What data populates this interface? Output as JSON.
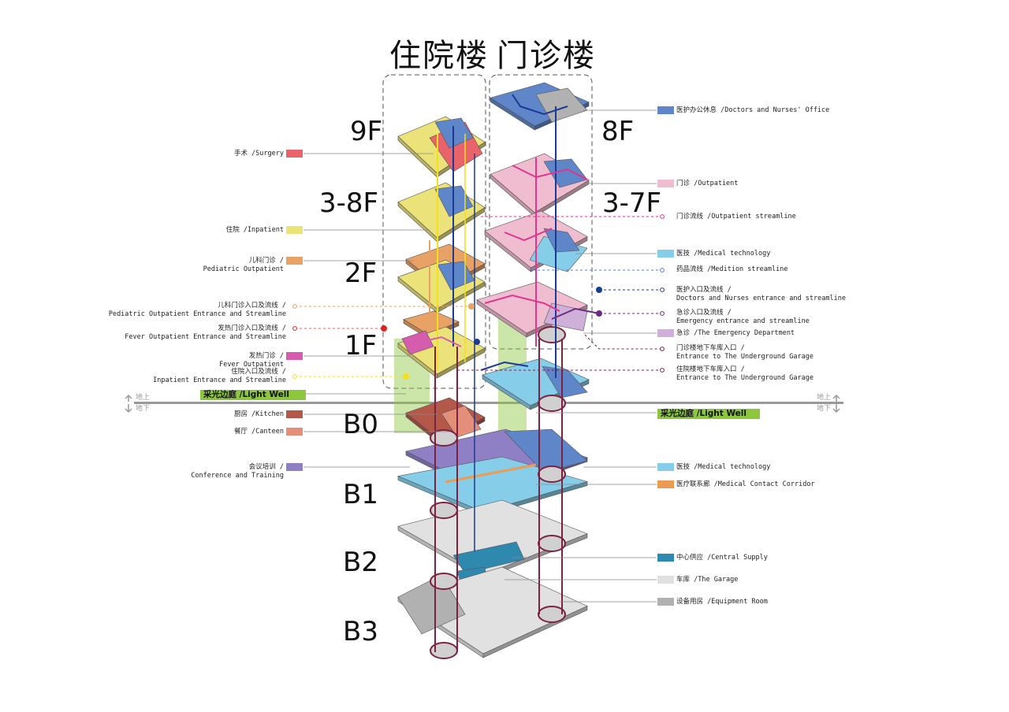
{
  "titles": {
    "inpatient_building": "住院楼",
    "outpatient_building": "门诊楼"
  },
  "floors": {
    "f9": "9F",
    "f3_8": "3-8F",
    "f2": "2F",
    "f1": "1F",
    "b0": "B0",
    "b1": "B1",
    "b2": "B2",
    "b3": "B3",
    "f8": "8F",
    "f3_7": "3-7F"
  },
  "ground": {
    "above": "地上",
    "below": "地下"
  },
  "legend_left": {
    "surgery": "手术 /Surgery",
    "inpatient": "住院 /Inpatient",
    "pediatric_1": "儿科门诊 /",
    "pediatric_2": "Pediatric Outpatient",
    "ped_entrance_1": "儿科门诊入口及流线 /",
    "ped_entrance_2": "Pediatric Outpatient Entrance and Streamline",
    "fever_entrance_1": "发热门诊入口及流线 /",
    "fever_entrance_2": "Fever Outpatient Entrance and Streamline",
    "fever_1": "发热门诊 /",
    "fever_2": "Fever Outpatient",
    "inpatient_entrance_1": "住院入口及流线 /",
    "inpatient_entrance_2": "Inpatient Entrance and Streamline",
    "light_well": "采光边庭 /Light Well",
    "kitchen": "厨房 /Kitchen",
    "canteen": "餐厅 /Canteen",
    "conference_1": "会议培训 /",
    "conference_2": "Conference and Training"
  },
  "legend_right": {
    "doctors_office": "医护办公休息 /Doctors and Nurses' Office",
    "outpatient": "门诊 /Outpatient",
    "outpatient_streamline": "门诊流线 /Outpatient streamline",
    "medical_tech": "医技 /Medical technology",
    "medition_streamline": "药品流线 /Medition streamline",
    "doctors_entrance_1": "医护入口及流线 /",
    "doctors_entrance_2": "Doctors and Nurses entrance and streamline",
    "emergency_entrance_1": "急诊入口及流线 /",
    "emergency_entrance_2": "Emergency entrance and streamline",
    "emergency": "急诊 /The Emergency Department",
    "garage_entrance_out_1": "门诊楼地下车库入口 /",
    "garage_entrance_out_2": "Entrance to The Underground Garage",
    "garage_entrance_in_1": "住院楼地下车库入口 /",
    "garage_entrance_in_2": "Entrance to The Underground Garage",
    "light_well": "采光边庭 /Light Well",
    "medical_tech_b1": "医技 /Medical technology",
    "corridor": "医疗联系廊 /Medical Contact Corridor",
    "central_supply": "中心供应 /Central Supply",
    "garage": "车库 /The Garage",
    "equipment": "设备用房 /Equipment Room"
  },
  "colors": {
    "surgery": "#e8636a",
    "inpatient": "#ece27a",
    "pediatric": "#e9a265",
    "fever": "#d65cae",
    "light_well": "#8dc63f",
    "kitchen": "#b4584a",
    "canteen": "#e38f7a",
    "conference": "#8f80c6",
    "doctors_office": "#5e86c8",
    "outpatient": "#f0bcd0",
    "medical_tech": "#86cdea",
    "emergency": "#cfb0d8",
    "corridor": "#ec9b53",
    "central_supply": "#2f88ad",
    "garage": "#e1e1e1",
    "equipment": "#b1b1b1",
    "yellow_line": "#f2e11b",
    "pink_line": "#e0358f",
    "blue_line": "#1b3a93",
    "purple_line": "#6b2b83",
    "maroon_line": "#7b2240"
  }
}
